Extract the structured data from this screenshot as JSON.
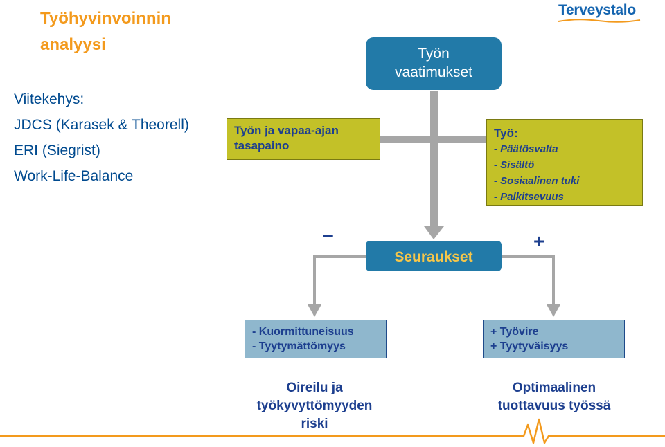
{
  "header": {
    "title_line1": "Työhyvinvoinnin",
    "title_line2": "analyysi",
    "logo_text": "Terveystalo"
  },
  "framework": {
    "heading": "Viitekehys:",
    "items": [
      "JDCS (Karasek & Theorell)",
      "ERI (Siegrist)",
      "Work-Life-Balance"
    ]
  },
  "diagram": {
    "balance_box": [
      "Työn ja vapaa-ajan",
      "tasapaino"
    ],
    "demands_box": [
      "Työn",
      "vaatimukset"
    ],
    "work_box": {
      "heading": "Työ:",
      "items": [
        "- Päätösvalta",
        "- Sisältö",
        "- Sosiaalinen tuki",
        "- Palkitsevuus"
      ]
    },
    "consequences_box": "Seuraukset",
    "minus_sign": "–",
    "plus_sign": "+",
    "negative_box": [
      "- Kuormittuneisuus",
      "- Tyytymättömyys"
    ],
    "positive_box": [
      "+ Työvire",
      "+ Tyytyväisyys"
    ],
    "negative_outcome": [
      "Oireilu ja",
      "työkyvyttömyyden",
      "riski"
    ],
    "positive_outcome": [
      "Optimaalinen",
      "tuottavuus työssä"
    ]
  },
  "colors": {
    "title_orange": "#f39a1d",
    "framework_blue": "#004a8f",
    "box_green": "#c3c128",
    "box_blue": "#8fb7cd",
    "header_blue": "#227aa8",
    "seuraukset_text": "#f5c64a",
    "arrow_gray": "#a6a6a6",
    "footer_orange": "#f39a1d"
  }
}
